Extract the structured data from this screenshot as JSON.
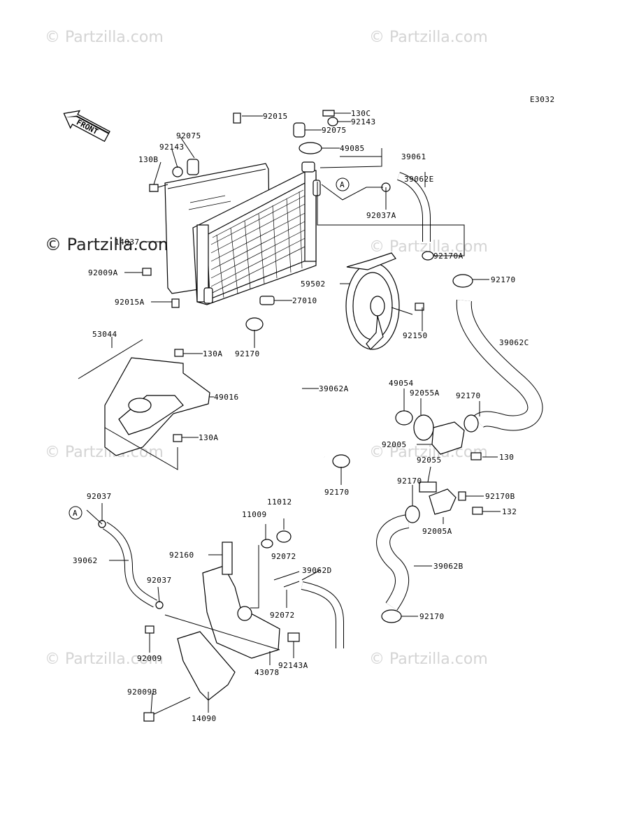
{
  "diagram": {
    "ref_code": "E3032",
    "front_label": "FRONT",
    "watermark_text": "© Partzilla.com",
    "callout_a": "A",
    "labels": {
      "p92015": "92015",
      "p130c": "130C",
      "p92143_top": "92143",
      "p92075_right": "92075",
      "p92075_left": "92075",
      "p92143_left": "92143",
      "p130b": "130B",
      "p49085": "49085",
      "p39061": "39061",
      "p39062e": "39062E",
      "p92037a": "92037A",
      "p14037": "14037",
      "p92170a": "92170A",
      "p92009a": "92009A",
      "p92170_a": "92170",
      "p59502": "59502",
      "p92015a": "92015A",
      "p27010": "27010",
      "p92150": "92150",
      "p53044": "53044",
      "p130a_top": "130A",
      "p92170_b": "92170",
      "p39062c": "39062C",
      "p49016": "49016",
      "p39062a": "39062A",
      "p49054": "49054",
      "p92055a": "92055A",
      "p92170_c": "92170",
      "p130a_bottom": "130A",
      "p92005": "92005",
      "p130": "130",
      "p92055": "92055",
      "p92170_d": "92170",
      "p92170_e": "92170",
      "p92170b": "92170B",
      "p132": "132",
      "p92005a": "92005A",
      "p92037": "92037",
      "p11012": "11012",
      "p11009": "11009",
      "p39062": "39062",
      "p92160": "92160",
      "p92072_top": "92072",
      "p39062d": "39062D",
      "p39062b": "39062B",
      "p92037_b": "92037",
      "p92072_bottom": "92072",
      "p92170_f": "92170",
      "p92009": "92009",
      "p92143a": "92143A",
      "p43078": "43078",
      "p92009b": "92009B",
      "p14090": "14090"
    }
  }
}
